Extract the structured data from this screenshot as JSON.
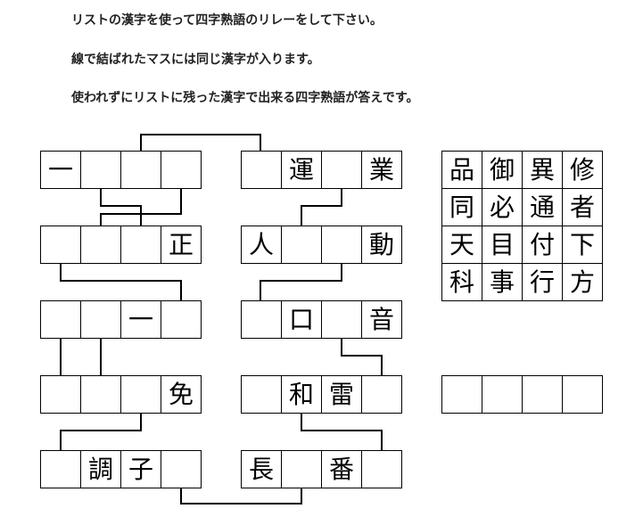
{
  "instructions": [
    "リストの漢字を使って四字熟語のリレーをして下さい。",
    "線で結ばれたマスには同じ漢字が入ります。",
    "使われずにリストに残った漢字で出来る四字熟語が答えです。"
  ],
  "puzzle": {
    "left_column": [
      [
        "一",
        "",
        "",
        ""
      ],
      [
        "",
        "",
        "",
        "正"
      ],
      [
        "",
        "",
        "一",
        ""
      ],
      [
        "",
        "",
        "",
        "免"
      ],
      [
        "",
        "調",
        "子",
        ""
      ]
    ],
    "right_column": [
      [
        "",
        "運",
        "",
        "業"
      ],
      [
        "人",
        "",
        "",
        "動"
      ],
      [
        "",
        "口",
        "",
        "音"
      ],
      [
        "",
        "和",
        "雷",
        ""
      ],
      [
        "長",
        "",
        "番",
        ""
      ]
    ]
  },
  "kanji_list": [
    [
      "品",
      "御",
      "異",
      "修"
    ],
    [
      "同",
      "必",
      "通",
      "者"
    ],
    [
      "天",
      "目",
      "付",
      "下"
    ],
    [
      "科",
      "事",
      "行",
      "方"
    ]
  ],
  "answer": [
    "",
    "",
    "",
    ""
  ]
}
